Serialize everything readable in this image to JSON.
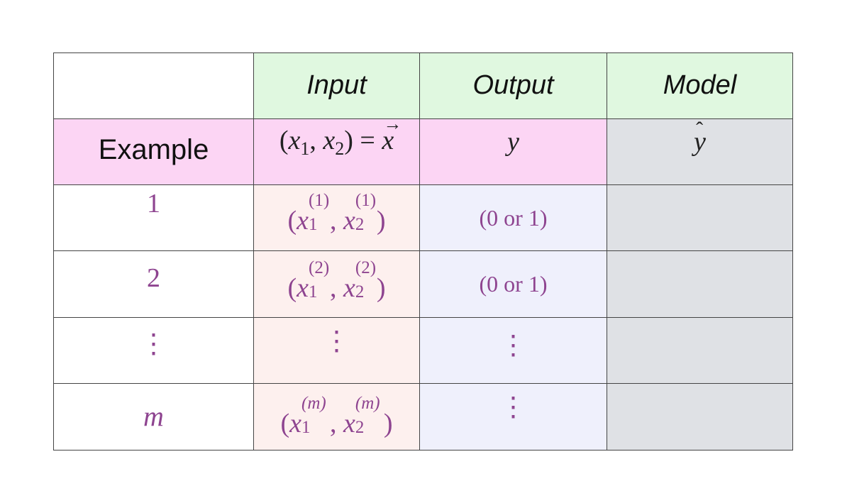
{
  "headers": {
    "input": "Input",
    "output": "Output",
    "model": "Model"
  },
  "row_label": "Example",
  "symbols": {
    "x1": "x",
    "x2": "x",
    "sub1": "1",
    "sub2": "2",
    "vec_x": "x",
    "y": "y",
    "y_hat": "y"
  },
  "rows": [
    {
      "index": "1",
      "sup": "(1)",
      "output": "(0 or 1)"
    },
    {
      "index": "2",
      "sup": "(2)",
      "output": "(0 or 1)"
    },
    {
      "index": "⋮",
      "sup": "",
      "output": "⋮"
    },
    {
      "index": "m",
      "sup": "(m)",
      "output": "⋮"
    }
  ],
  "colors": {
    "header_green": "#e0f8e0",
    "pink": "#fcd5f4",
    "gray": "#dfe1e5",
    "rose": "#fdf0ee",
    "lavender": "#eff0fc",
    "ink_purple": "#8e4490"
  }
}
